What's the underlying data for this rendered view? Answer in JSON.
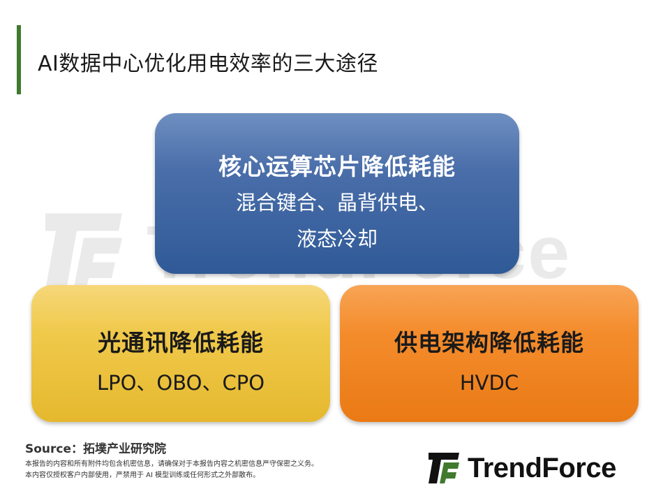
{
  "title": "AI数据中心优化用电效率的三大途径",
  "watermark_text": "TrendForce",
  "boxes": {
    "top": {
      "heading": "核心运算芯片降低耗能",
      "line1": "混合键合、晶背供电、",
      "line2": "液态冷却",
      "color": "#3a64a0"
    },
    "left": {
      "heading": "光通讯降低耗能",
      "line1": "LPO、OBO、CPO",
      "color": "#f0c94b"
    },
    "right": {
      "heading": "供电架构降低耗能",
      "line1": "HVDC",
      "color": "#f48c2c"
    }
  },
  "source": "Source：拓墣产业研究院",
  "disclaimer": {
    "line1": "本报告的内容和所有附件均包含机密信息，请确保对于本报告内容之机密信息严守保密之义务。",
    "line2": "本内容仅授权客户内部使用，严禁用于 AI 模型训练或任何形式之外部散布。"
  },
  "logo": {
    "text": "TrendForce",
    "mark_color": "#3f7a2e"
  },
  "accent_color": "#3f7a2e"
}
